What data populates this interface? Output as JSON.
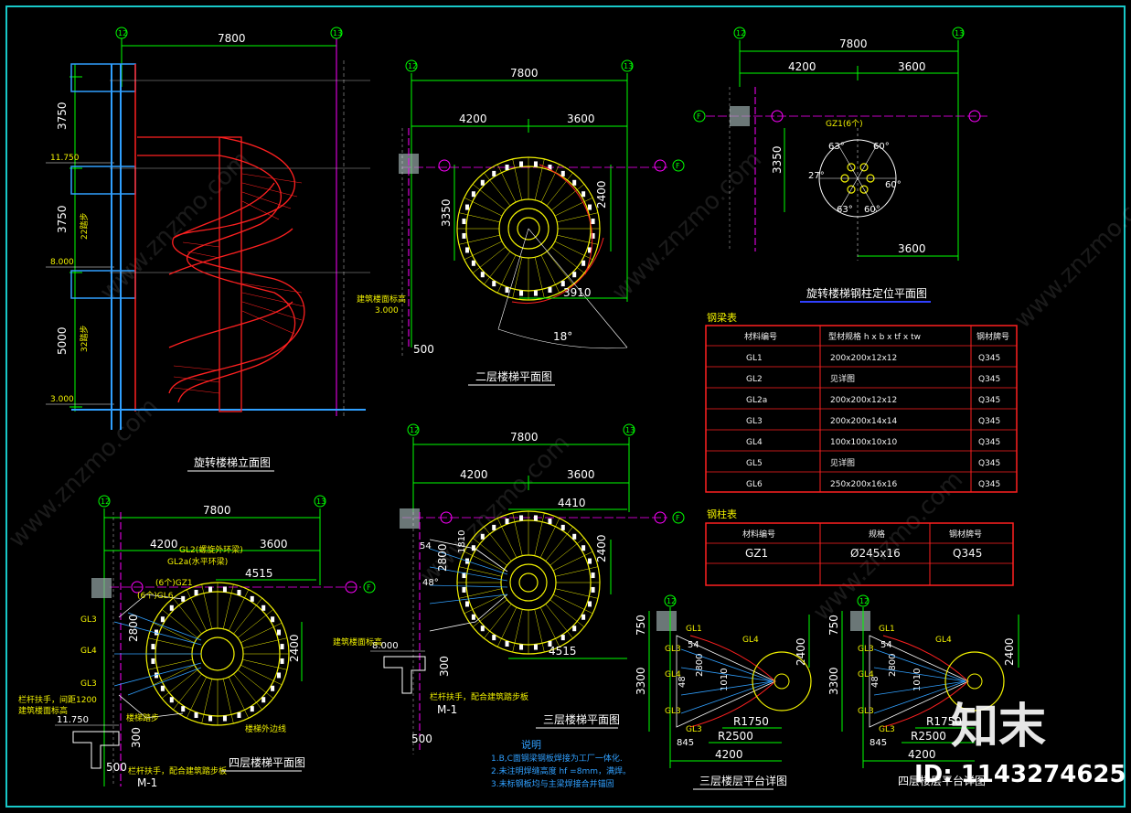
{
  "grid_labels": {
    "c12": "12",
    "c13": "13",
    "rowF": "F"
  },
  "elevation": {
    "title": "旋转楼梯立面图",
    "dim_top": "7800",
    "dims_left": [
      "3750",
      "3750",
      "5000"
    ],
    "levels": [
      "11.750",
      "8.000",
      "3.000"
    ],
    "side_notes": [
      "22踏步",
      "32踏步"
    ],
    "right_level": "3.000",
    "right_note": "建筑楼面标高",
    "bottom_dim": "500"
  },
  "plan2": {
    "title": "二层楼梯平面图",
    "dim_total": "7800",
    "dims": [
      "4200",
      "3600"
    ],
    "dim_v1": "3350",
    "dim_v2": "2400",
    "dim_bottom": "3910",
    "angle": "18°"
  },
  "column_plan": {
    "title": "旋转楼梯钢柱定位平面图",
    "dim_total": "7800",
    "dims": [
      "4200",
      "3600"
    ],
    "dim_v": "3350",
    "dim_bottom": "3600",
    "label": "GZ1(6个)",
    "angles": [
      "63°",
      "60°",
      "27°",
      "60°",
      "63°",
      "60°"
    ]
  },
  "beam_table": {
    "title": "钢梁表",
    "headers": [
      "材料编号",
      "型材规格 h x b x tf x tw",
      "钢材牌号"
    ],
    "rows": [
      [
        "GL1",
        "200x200x12x12",
        "Q345"
      ],
      [
        "GL2",
        "见详图",
        "Q345"
      ],
      [
        "GL2a",
        "200x200x12x12",
        "Q345"
      ],
      [
        "GL3",
        "200x200x14x14",
        "Q345"
      ],
      [
        "GL4",
        "100x100x10x10",
        "Q345"
      ],
      [
        "GL5",
        "见详图",
        "Q345"
      ],
      [
        "GL6",
        "250x200x16x16",
        "Q345"
      ]
    ]
  },
  "column_table": {
    "title": "钢柱表",
    "headers": [
      "材料编号",
      "规格",
      "钢材牌号"
    ],
    "rows": [
      [
        "GZ1",
        "Ø245x16",
        "Q345"
      ]
    ]
  },
  "plan4": {
    "title": "四层楼梯平面图",
    "dim_total": "7800",
    "dims": [
      "4200",
      "3600"
    ],
    "dim_inner": "4515",
    "dim_v1": "2800",
    "dim_v2": "2400",
    "labels": [
      "GL2(螺旋外环梁)",
      "GL2a(水平环梁)",
      "(6个)GZ1",
      "(6个)GL6",
      "GL3",
      "GL4",
      "GL3"
    ],
    "notes": [
      "楼梯踏步",
      "楼梯外边线",
      "栏杆扶手，间距1200",
      "建筑楼面标高"
    ],
    "level": "11.750",
    "detail_dim": "300",
    "bottom_dim": "500",
    "detail_note": "栏杆扶手，配合建筑踏步板",
    "detail_label": "M-1"
  },
  "plan3": {
    "title": "三层楼梯平面图",
    "dim_total": "7800",
    "dims": [
      "4200",
      "3600"
    ],
    "dim_inner": "4410",
    "dim_bottom": "4515",
    "dim_v1": "2800",
    "dim_v2": "2400",
    "small_dims": [
      "54",
      "1810",
      "48°"
    ],
    "level": "8.000",
    "level_note": "建筑楼面标高",
    "detail_dim": "300",
    "bottom_dim": "500",
    "detail_note": "栏杆扶手，配合建筑踏步板",
    "detail_label": "M-1"
  },
  "notes": {
    "title": "说明",
    "lines": [
      "1.B,C面钢梁钢板焊接为工厂一体化.",
      "2.未注明焊缝高度  hf  =8mm，满焊。",
      "3.未标钢板均与主梁焊接合并锚固"
    ]
  },
  "platform3": {
    "title": "三层楼层平台详图",
    "dims": [
      "750",
      "3300",
      "2400",
      "2800",
      "1010"
    ],
    "radii": [
      "R1750",
      "R2500"
    ],
    "dim_bottom": "4200",
    "small": [
      "54",
      "48",
      "845"
    ],
    "labels": [
      "GL1",
      "GL4",
      "GL3",
      "GL4",
      "GL3",
      "GL3"
    ]
  },
  "platform4": {
    "title": "四层楼层平台详图",
    "dims": [
      "750",
      "3300",
      "2400",
      "2800",
      "1010"
    ],
    "radii": [
      "R1750",
      "R2500"
    ],
    "dim_bottom": "4200",
    "small": [
      "54",
      "48",
      "845"
    ],
    "labels": [
      "GL1",
      "GL4",
      "GL3",
      "GL4",
      "GL3",
      "GL3"
    ]
  },
  "watermark": "www.znzmo.com",
  "logo": "知末",
  "id_text": "ID: 1143274625",
  "colors": {
    "border": "#18c8c8",
    "stair": "#ff2020",
    "plan": "#f2f200",
    "dim": "#00ff00",
    "grid": "#ff00ff",
    "column": "#30a0ff"
  }
}
